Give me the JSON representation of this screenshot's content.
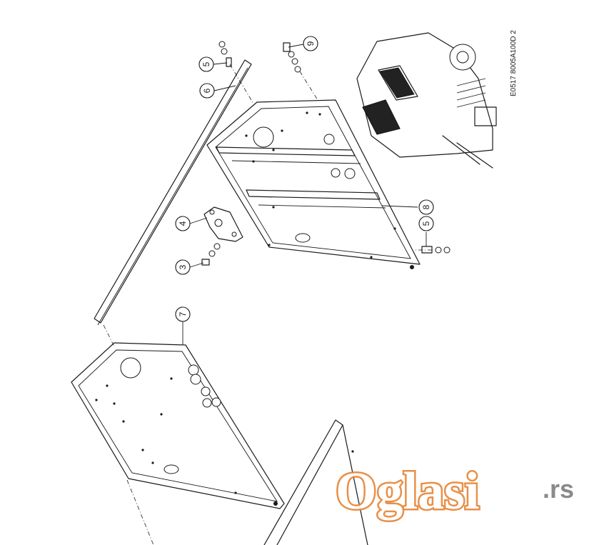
{
  "drawing_code": "E0517 8005A100D 2",
  "callouts": [
    {
      "label": "5"
    },
    {
      "label": "6"
    },
    {
      "label": "9"
    },
    {
      "label": "4"
    },
    {
      "label": "3"
    },
    {
      "label": "8"
    },
    {
      "label": "5"
    },
    {
      "label": "7"
    }
  ],
  "watermark": {
    "brand": "Oglasi",
    "suffix": ".rs",
    "color": "#e7873a"
  }
}
